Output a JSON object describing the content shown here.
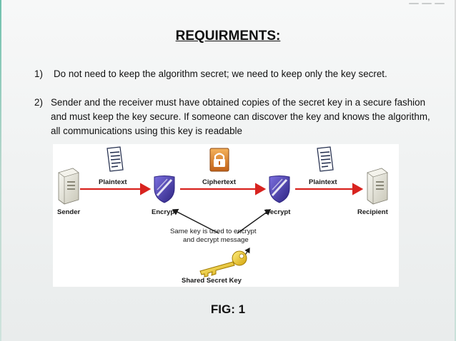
{
  "slide": {
    "title": "REQUIRMENTS:",
    "items": [
      {
        "number": "1)",
        "text": "Do not need to keep the algorithm secret; we need to keep only the key secret."
      },
      {
        "number": "2)",
        "text": "Sender and the receiver must have obtained copies of the secret key in  a secure fashion and must keep the key secure. If someone can discover the key and knows the algorithm, all communications using this key is  readable"
      }
    ],
    "caption": "FIG: 1"
  },
  "figure": {
    "nodes": {
      "sender": "Sender",
      "encrypt": "Encrypt",
      "decrypt": "Decrypt",
      "recipient": "Recipient"
    },
    "edges": {
      "plaintext_in": "Plaintext",
      "ciphertext": "Ciphertext",
      "plaintext_out": "Plaintext"
    },
    "note_line1": "Same key is used to encrypt",
    "note_line2": "and decrypt message",
    "key_label": "Shared Secret Key",
    "colors": {
      "arrow": "#d8231f",
      "shield": "#4b3ea8",
      "lock": "#e08a2c",
      "key": "#e7c21a"
    }
  }
}
